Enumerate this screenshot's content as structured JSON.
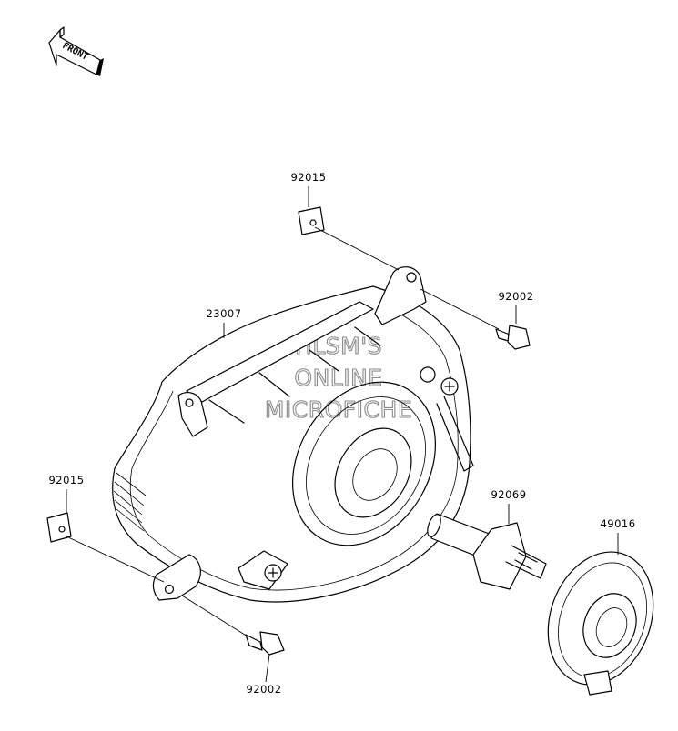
{
  "front_indicator": {
    "label": "FRONT"
  },
  "watermark": {
    "lines": [
      "HLSM'S",
      "ONLINE",
      "MICROFICHE"
    ]
  },
  "parts": [
    {
      "id": "23007"
    },
    {
      "id": "92015"
    },
    {
      "id": "92002"
    },
    {
      "id": "92015"
    },
    {
      "id": "92002"
    },
    {
      "id": "92069"
    },
    {
      "id": "49016"
    }
  ]
}
